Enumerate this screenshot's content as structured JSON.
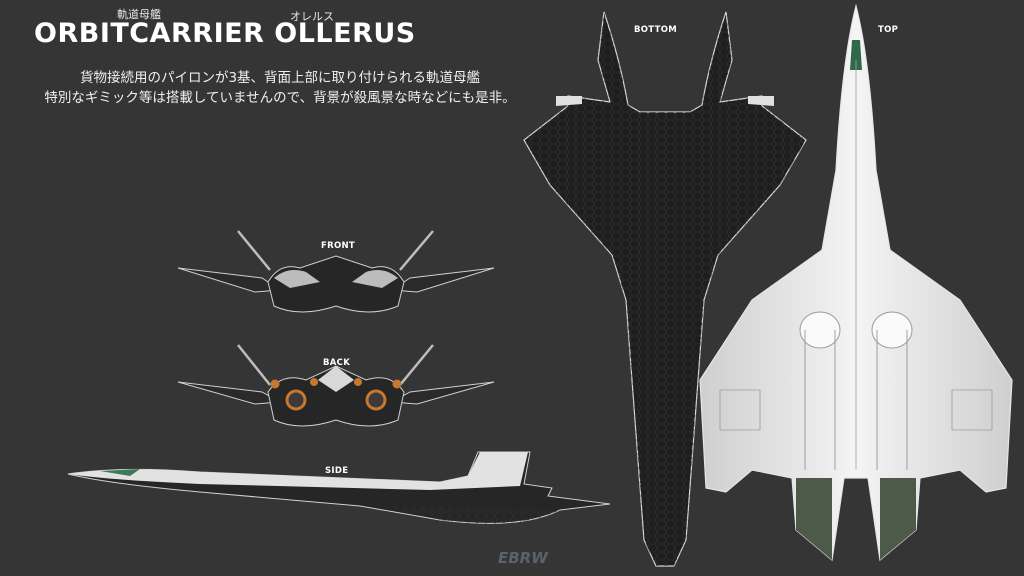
{
  "header": {
    "ruby_title": "軌道母艦",
    "title": "ORBITCARRIER OLLERUS",
    "ruby_name": "オレルス"
  },
  "description": {
    "line1": "貨物接続用のパイロンが3基、背面上部に取り付けられる軌道母艦",
    "line2": "特別なギミック等は搭載していませんので、背景が殺風景な時などにも是非。"
  },
  "views": {
    "front": "FRONT",
    "back": "BACK",
    "side": "SIDE",
    "bottom": "BOTTOM",
    "top": "TOP"
  },
  "colors": {
    "background": "#353535",
    "hull_dark": "#1e1e1e",
    "hull_light": "#e4e4e4",
    "engine_orange": "#c7772e"
  }
}
